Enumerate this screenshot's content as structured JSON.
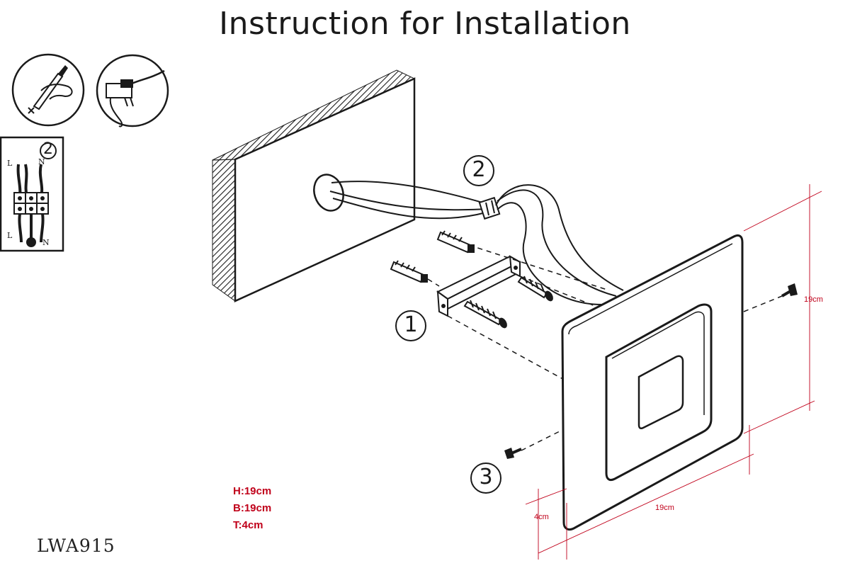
{
  "title": "Instruction for Installation",
  "model": "LWA915",
  "dimensions": {
    "height": "H:19cm",
    "breadth": "B:19cm",
    "thickness": "T:4cm"
  },
  "measure_labels": {
    "right_height": "19cm",
    "bottom_width": "19cm",
    "depth": "4cm"
  },
  "steps": {
    "bracket": "1",
    "wiring": "2",
    "mount": "3",
    "terminal_inset": "2"
  },
  "terminal_labels": {
    "live_top": "L",
    "neutral_top": "N",
    "live_bottom": "L",
    "neutral_bottom": "N"
  },
  "colors": {
    "ink": "#1a1a1a",
    "dimension_red": "#c0001a"
  },
  "icons": [
    "screwdriver-icon",
    "soldering-iron-icon"
  ]
}
